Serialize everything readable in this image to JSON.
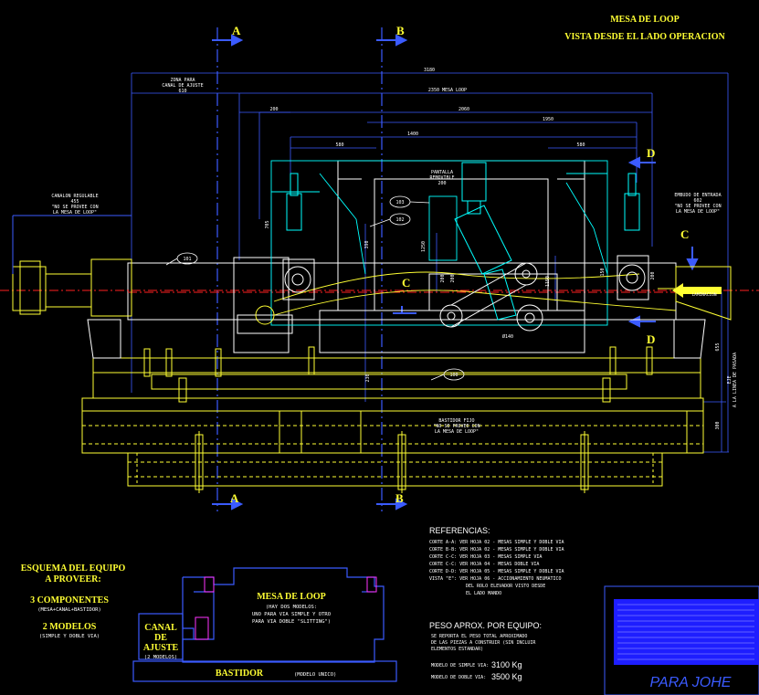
{
  "title": {
    "line1": "MESA DE LOOP",
    "line2": "VISTA DESDE EL LADO OPERACION"
  },
  "sections": {
    "a": "A",
    "b": "B",
    "c": "C",
    "d": "D"
  },
  "dims": {
    "total": "3180",
    "zona_l1": "ZONA PARA",
    "zona_l2": "CANAL DE AJUSTE",
    "zona_l3": "610",
    "mesa": "2350 MESA LOOP",
    "d200": "200",
    "d2060": "2060",
    "d1950": "1950",
    "d1400": "1400",
    "d580a": "580",
    "d580b": "580",
    "v390": "390",
    "v705": "705",
    "v1250": "1250",
    "v655": "655",
    "v300": "300",
    "v230": "230",
    "v200a": "200",
    "v200b": "200",
    "v150": "150",
    "v1150": "1150"
  },
  "labels": {
    "canalon_l1": "CANALON REGULABLE",
    "canalon_l2": "455",
    "canalon_l3": "\"NO SE PROVEE CON",
    "canalon_l4": "LA MESA DE LOOP\"",
    "pantalla_l1": "PANTALLA",
    "pantalla_l2": "REMOVIBLE",
    "pantalla_l3": "200",
    "embudo_l1": "EMBUDO DE ENTRADA",
    "embudo_l2": "602",
    "embudo_l3": "\"NO SE PROVEE CON",
    "embudo_l4": "LA MESA DE LOOP\"",
    "sentido_l1": "SENTIDO DE",
    "sentido_l2": "LAMINACION",
    "bastidor_l1": "BASTIDOR FIJO",
    "bastidor_l2": "\"NO SE PROVEE CON",
    "bastidor_l3": "LA MESA DE LOOP\"",
    "eje_l1": "EJE",
    "eje_l2": "A LA LINEA DE PASADA",
    "diam": "Ø140",
    "t200": "200"
  },
  "balloons": {
    "b101": "101",
    "b102": "102",
    "b103": "103",
    "b100": "100"
  },
  "referencias": {
    "title": "REFERENCIAS:",
    "items": [
      "CORTE A-A: VER HOJA 02 - MESAS SIMPLE Y DOBLE VIA",
      "CORTE B-B: VER HOJA 02 - MESAS SIMPLE Y DOBLE VIA",
      "CORTE C-C: VER HOJA 03 - MESAS SIMPLE VIA",
      "CORTE C-C: VER HOJA 04 - MESAS DOBLE VIA",
      "CORTE D-D: VER HOJA 05 - MESAS SIMPLE Y DOBLE VIA",
      "VISTA \"E\": VER HOJA 06 - ACCIONAMIENTO NEUMATICO",
      "DEL ROLO ELEVADOR VISTO DESDE",
      "EL LADO MANDO"
    ]
  },
  "peso": {
    "title": "PESO APROX. POR EQUIPO:",
    "note1": "SE REPORTA EL PESO TOTAL APROXIMADO",
    "note2": "DE LAS PIEZAS A CONSTRUIR (SIN INCLUIR",
    "note3": "ELEMENTOS ESTANDAR)",
    "simple_label": "MODELO DE SIMPLE VIA:",
    "simple_value": "3100 Kg",
    "doble_label": "MODELO DE DOBLE VIA:",
    "doble_value": "3500 Kg"
  },
  "esquema": {
    "title1": "ESQUEMA DEL EQUIPO",
    "title2": "A PROVEER:",
    "componentes": "3 COMPONENTES",
    "componentes_sub": "(MESA+CANAL+BASTIDOR)",
    "modelos": "2 MODELOS",
    "modelos_sub": "(SIMPLE Y DOBLE VIA)",
    "mesa_title": "MESA DE LOOP",
    "mesa_l1": "(HAY DOS MODELOS:",
    "mesa_l2": "UNO PARA VIA SIMPLE Y OTRO",
    "mesa_l3": "PARA VIA DOBLE \"SLITTING\")",
    "canal_l1": "CANAL",
    "canal_l2": "DE",
    "canal_l3": "AJUSTE",
    "canal_sub": "(2 MODELOS)",
    "bastidor": "BASTIDOR",
    "bastidor_sub": "(MODELO UNICO)"
  },
  "corner_text": "PARA JOHE",
  "colors": {
    "bg": "#000000",
    "yellow": "#ffff33",
    "cyan": "#00ffff",
    "blue": "#1e1eff",
    "white": "#ffffff",
    "red": "#ff2020",
    "magenta": "#ff33ff"
  }
}
